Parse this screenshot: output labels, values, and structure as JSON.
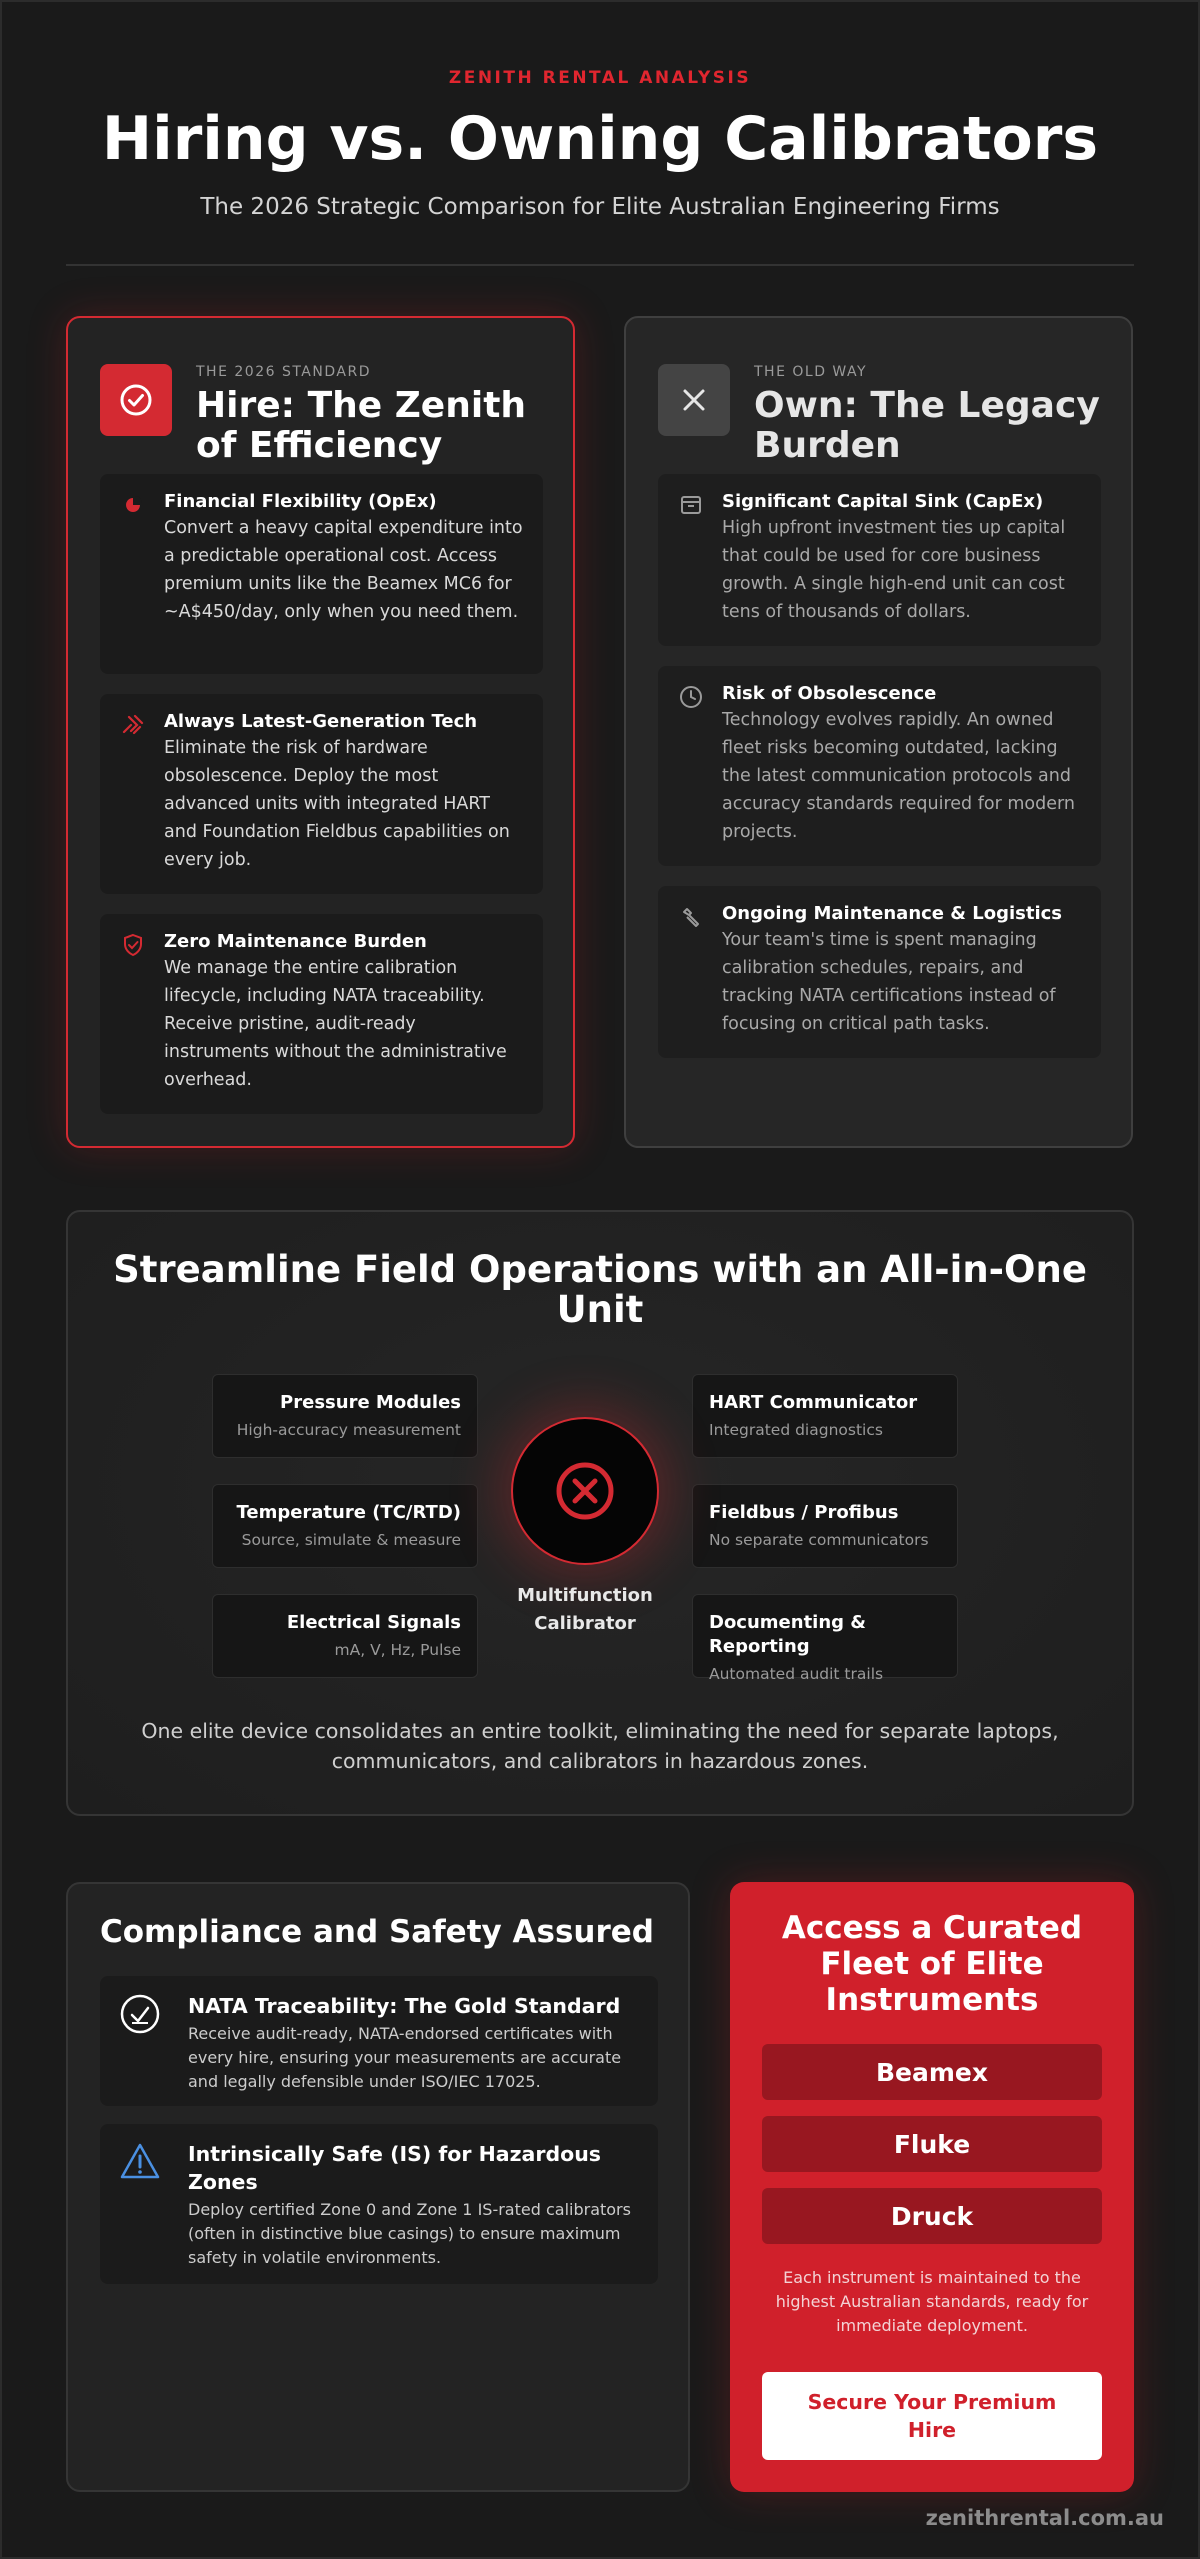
{
  "header": {
    "eyebrow": "ZENITH RENTAL ANALYSIS",
    "title": "Hiring vs. Owning Calibrators",
    "subtitle": "The 2026 Strategic Comparison for Elite Australian Engineering Firms"
  },
  "hire": {
    "kicker": "THE 2026 STANDARD",
    "title": "Hire: The Zenith of Efficiency",
    "icon": "check-circle-icon",
    "features": [
      {
        "icon": "pie-chart-icon",
        "title": "Financial Flexibility (OpEx)",
        "desc": "Convert a heavy capital expenditure into a predictable operational cost. Access premium units like the Beamex MC6 for ~A$450/day, only when you need them."
      },
      {
        "icon": "chip-icon",
        "title": "Always Latest-Generation Tech",
        "desc": "Eliminate the risk of hardware obsolescence. Deploy the most advanced units with integrated HART and Foundation Fieldbus capabilities on every job."
      },
      {
        "icon": "shield-check-icon",
        "title": "Zero Maintenance Burden",
        "desc": "We manage the entire calibration lifecycle, including NATA traceability. Receive pristine, audit-ready instruments without the administrative overhead."
      }
    ]
  },
  "own": {
    "kicker": "THE OLD WAY",
    "title": "Own: The Legacy Burden",
    "icon": "x-icon",
    "features": [
      {
        "icon": "archive-icon",
        "title": "Significant Capital Sink (CapEx)",
        "desc": "High upfront investment ties up capital that could be used for core business growth. A single high-end unit can cost tens of thousands of dollars."
      },
      {
        "icon": "clock-icon",
        "title": "Risk of Obsolescence",
        "desc": "Technology evolves rapidly. An owned fleet risks becoming outdated, lacking the latest communication protocols and accuracy standards required for modern projects."
      },
      {
        "icon": "wrench-icon",
        "title": "Ongoing Maintenance & Logistics",
        "desc": "Your team's time is spent managing calibration schedules, repairs, and tracking NATA certifications instead of focusing on critical path tasks."
      }
    ]
  },
  "ops": {
    "title": "Streamline Field Operations with an All-in-One Unit",
    "hub_label": "Multifunction Calibrator",
    "left": [
      {
        "title": "Pressure Modules",
        "sub": "High-accuracy measurement"
      },
      {
        "title": "Temperature (TC/RTD)",
        "sub": "Source, simulate & measure"
      },
      {
        "title": "Electrical Signals",
        "sub": "mA, V, Hz, Pulse"
      }
    ],
    "right": [
      {
        "title": "HART Communicator",
        "sub": "Integrated diagnostics"
      },
      {
        "title": "Fieldbus / Profibus",
        "sub": "No separate communicators"
      },
      {
        "title": "Documenting & Reporting",
        "sub": "Automated audit trails"
      }
    ],
    "footer": "One elite device consolidates an entire toolkit, eliminating the need for separate laptops, communicators, and calibrators in hazardous zones."
  },
  "compliance": {
    "title": "Compliance and Safety Assured",
    "items": [
      {
        "icon": "certified-check-icon",
        "title": "NATA Traceability: The Gold Standard",
        "desc": "Receive audit-ready, NATA-endorsed certificates with every hire, ensuring your measurements are accurate and legally defensible under ISO/IEC 17025."
      },
      {
        "icon": "warning-triangle-icon",
        "title": "Intrinsically Safe (IS) for Hazardous Zones",
        "desc": "Deploy certified Zone 0 and Zone 1 IS-rated calibrators (often in distinctive blue casings) to ensure maximum safety in volatile environments."
      }
    ]
  },
  "fleet": {
    "title": "Access a Curated Fleet of Elite Instruments",
    "brands": [
      "Beamex",
      "Fluke",
      "Druck"
    ],
    "note": "Each instrument is maintained to the highest Australian standards, ready for immediate deployment.",
    "cta": "Secure Your Premium Hire"
  },
  "footer": {
    "site": "zenithrental.com.au"
  },
  "colors": {
    "accent": "#d42a32",
    "background": "#1a1a1a",
    "card": "#232323",
    "fleet": "#d0202b",
    "brand_button": "#981720",
    "info_blue": "#4a90e2"
  }
}
